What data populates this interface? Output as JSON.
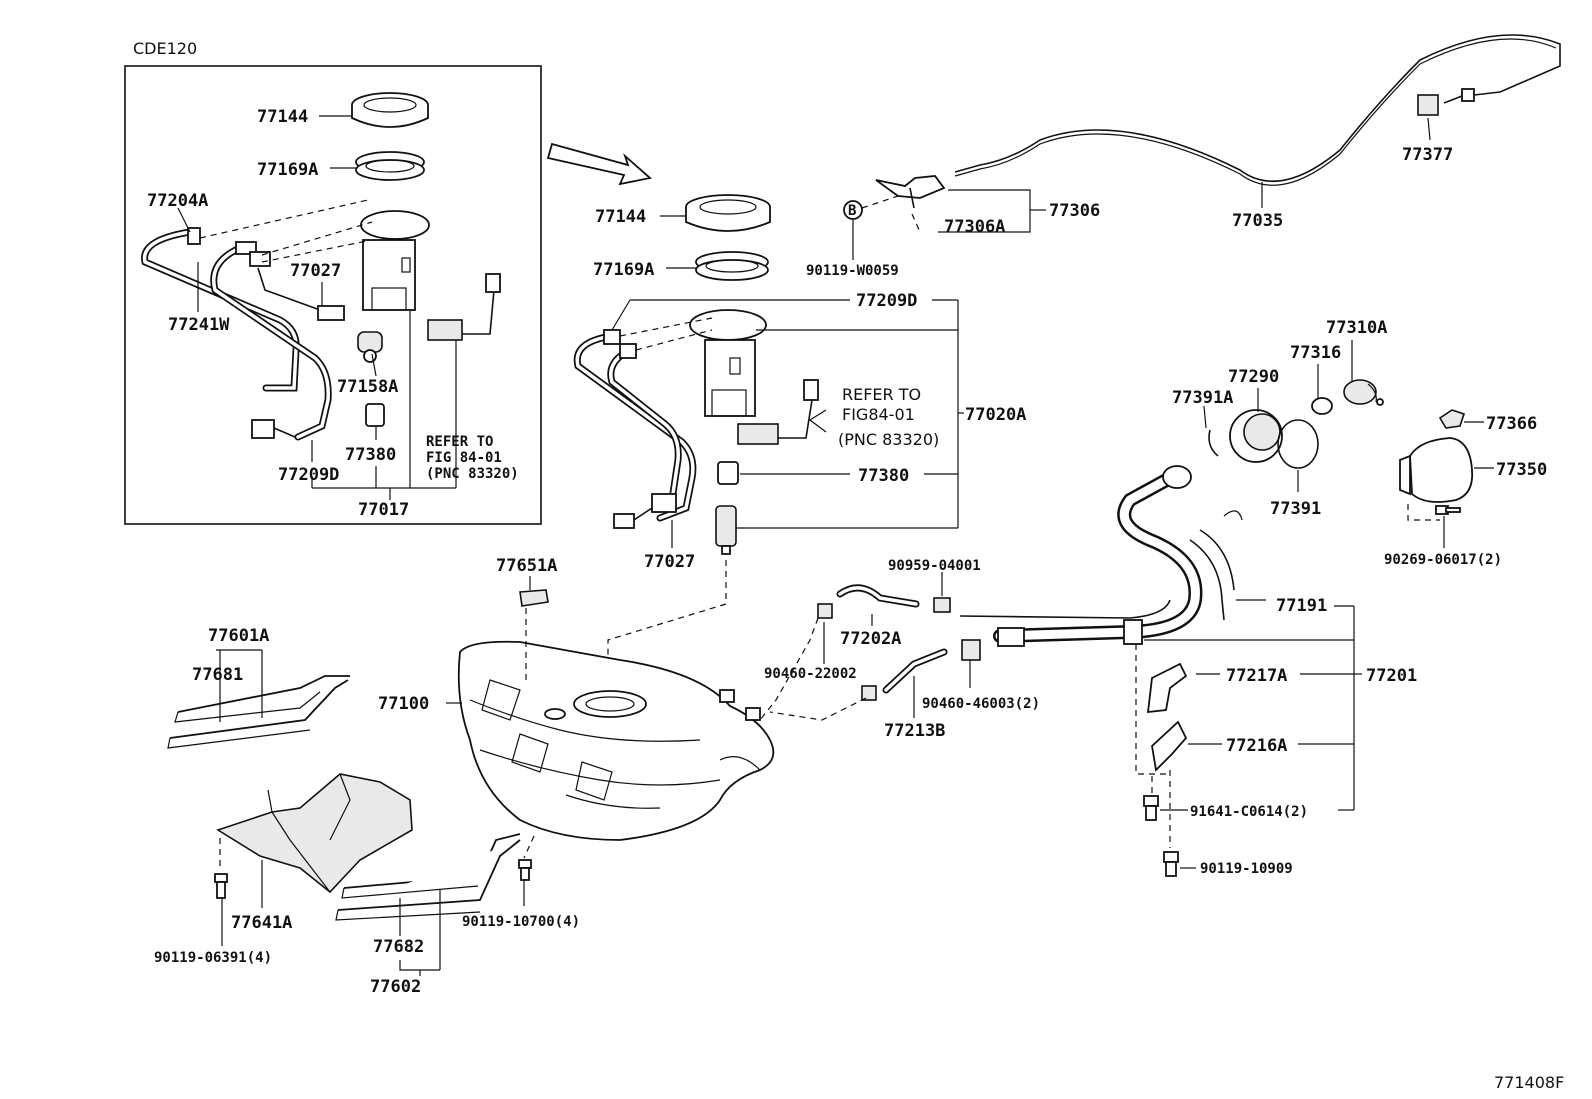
{
  "variant_label": "CDE120",
  "figure_number": "771408F",
  "inset": {
    "labels": {
      "lock_ring": "77144",
      "gasket": "77169A",
      "hose_a": "77204A",
      "clamp": "77241W",
      "tube": "77027",
      "regulator": "77158A",
      "filter": "77380",
      "suction_tube": "77209D",
      "assembly": "77017"
    },
    "refer_lines": [
      "REFER TO",
      "FIG 84-01",
      "(PNC 83320)"
    ]
  },
  "main": {
    "labels": {
      "lock_ring": "77144",
      "gasket": "77169A",
      "suction_tube": "77209D",
      "pump_assembly": "77020A",
      "filter": "77380",
      "tube": "77027",
      "vent_bolt": "90119-W0059",
      "lever": "77306A",
      "lever_assy": "77306",
      "cable": "77035",
      "cable_end": "77377",
      "callout_letter": "B",
      "tank": "77100",
      "cushion": "77651A",
      "band_a": "77601A",
      "band_b": "77681",
      "protector": "77641A",
      "bolt_a": "90119-06391(4)",
      "band_c": "77682",
      "band_d": "77602",
      "bolt_b": "90119-10700(4)",
      "hose_b": "77202A",
      "clip_a": "90959-04001",
      "clip_b": "90460-22002",
      "hose_c": "77213B",
      "clip_c": "90460-46003(2)",
      "inlet_pipe": "77191",
      "inlet_assy": "77201",
      "bracket_a": "77217A",
      "bracket_b": "77216A",
      "bolt_c": "91641-C0614(2)",
      "bolt_d": "90119-10909",
      "cap": "77310A",
      "cap_gasket": "77316",
      "filler_cap": "77290",
      "ring": "77391A",
      "seal": "77391",
      "hinge": "77366",
      "lid": "77350",
      "screw": "90269-06017(2)"
    },
    "refer_lines": [
      "REFER TO",
      "FIG84-01",
      "(PNC 83320)"
    ]
  }
}
